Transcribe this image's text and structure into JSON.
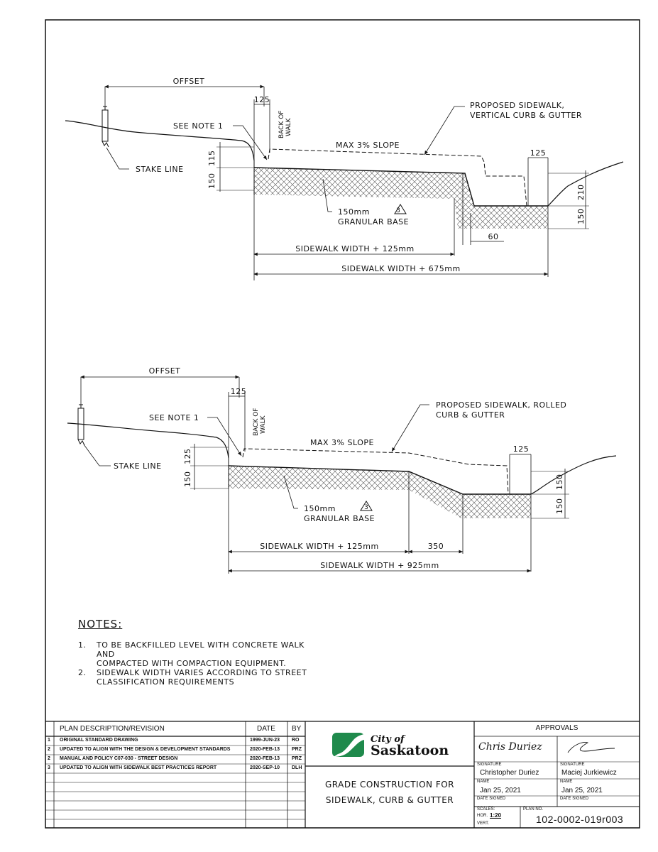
{
  "upper_section": {
    "offset_label": "OFFSET",
    "dim_125_top": "125",
    "back_of_walk": [
      "BACK OF",
      "WALK"
    ],
    "see_note": "SEE NOTE 1",
    "stake_line": "STAKE LINE",
    "dim_115": "115",
    "dim_150_left": "150",
    "proposed_label": [
      "PROPOSED SIDEWALK,",
      "VERTICAL CURB & GUTTER"
    ],
    "max_slope": "MAX 3% SLOPE",
    "dim_125_gutter": "125",
    "dim_210": "210",
    "dim_150_right": "150",
    "base_label": [
      "150mm",
      "GRANULAR BASE"
    ],
    "revision_marker": "3",
    "dim_60": "60",
    "width_125": "SIDEWALK WIDTH + 125mm",
    "width_675": "SIDEWALK WIDTH + 675mm"
  },
  "lower_section": {
    "offset_label": "OFFSET",
    "dim_125_top": "125",
    "back_of_walk": [
      "BACK OF",
      "WALK"
    ],
    "see_note": "SEE NOTE 1",
    "stake_line": "STAKE LINE",
    "dim_125_left": "125",
    "dim_150_left": "150",
    "proposed_label": [
      "PROPOSED SIDEWALK, ROLLED",
      "CURB & GUTTER"
    ],
    "max_slope": "MAX 3% SLOPE",
    "dim_125_gutter": "125",
    "dim_150_right_top": "150",
    "dim_150_right_bottom": "150",
    "base_label": [
      "150mm",
      "GRANULAR BASE"
    ],
    "revision_marker": "3",
    "width_125": "SIDEWALK WIDTH + 125mm",
    "dim_350": "350",
    "width_925": "SIDEWALK WIDTH + 925mm"
  },
  "notes": {
    "heading": "NOTES:",
    "items": [
      {
        "num": "1.",
        "text": "TO BE BACKFILLED LEVEL WITH CONCRETE WALK AND\nCOMPACTED WITH COMPACTION EQUIPMENT."
      },
      {
        "num": "2.",
        "text": "SIDEWALK WIDTH VARIES ACCORDING TO STREET\nCLASSIFICATION REQUIREMENTS"
      }
    ]
  },
  "title_block": {
    "revision_header": {
      "desc": "PLAN DESCRIPTION/REVISION",
      "date": "DATE",
      "by": "BY"
    },
    "revisions": [
      {
        "no": "1",
        "desc": "ORIGINAL STANDARD DRAWING",
        "date": "1999-JUN-23",
        "by": "RO"
      },
      {
        "no": "2",
        "desc": "UPDATED TO ALIGN WITH THE DESIGN & DEVELOPMENT STANDARDS",
        "date": "2020-FEB-13",
        "by": "PRZ"
      },
      {
        "no": "2",
        "desc": "MANUAL AND POLICY C07-030 - STREET DESIGN",
        "date": "2020-FEB-13",
        "by": "PRZ"
      },
      {
        "no": "3",
        "desc": "UPDATED TO ALIGN WITH SIDEWALK BEST PRACTICES REPORT",
        "date": "2020-SEP-10",
        "by": "DLH"
      }
    ],
    "logo": {
      "city_of": "City of",
      "name": "Saskatoon",
      "color": "#1f8a4c"
    },
    "drawing_title": [
      "GRADE CONSTRUCTION FOR",
      "SIDEWALK, CURB & GUTTER"
    ],
    "approvals": {
      "header": "APPROVALS",
      "signature_label": "SIGNATURE",
      "name_label": "NAME",
      "date_label": "DATE SIGNED",
      "approver_1": {
        "signature": "Chris Duriez",
        "name": "Christopher Duriez",
        "date": "Jan 25, 2021"
      },
      "approver_2": {
        "name": "Maciej Jurkiewicz",
        "date": "Jan 25, 2021"
      }
    },
    "scales": {
      "label": "SCALES:",
      "hor_label": "HOR.",
      "hor_value": "1:20",
      "vert_label": "VERT."
    },
    "plan_no": {
      "label": "PLAN NO.",
      "value": "102-0002-019r003"
    }
  }
}
